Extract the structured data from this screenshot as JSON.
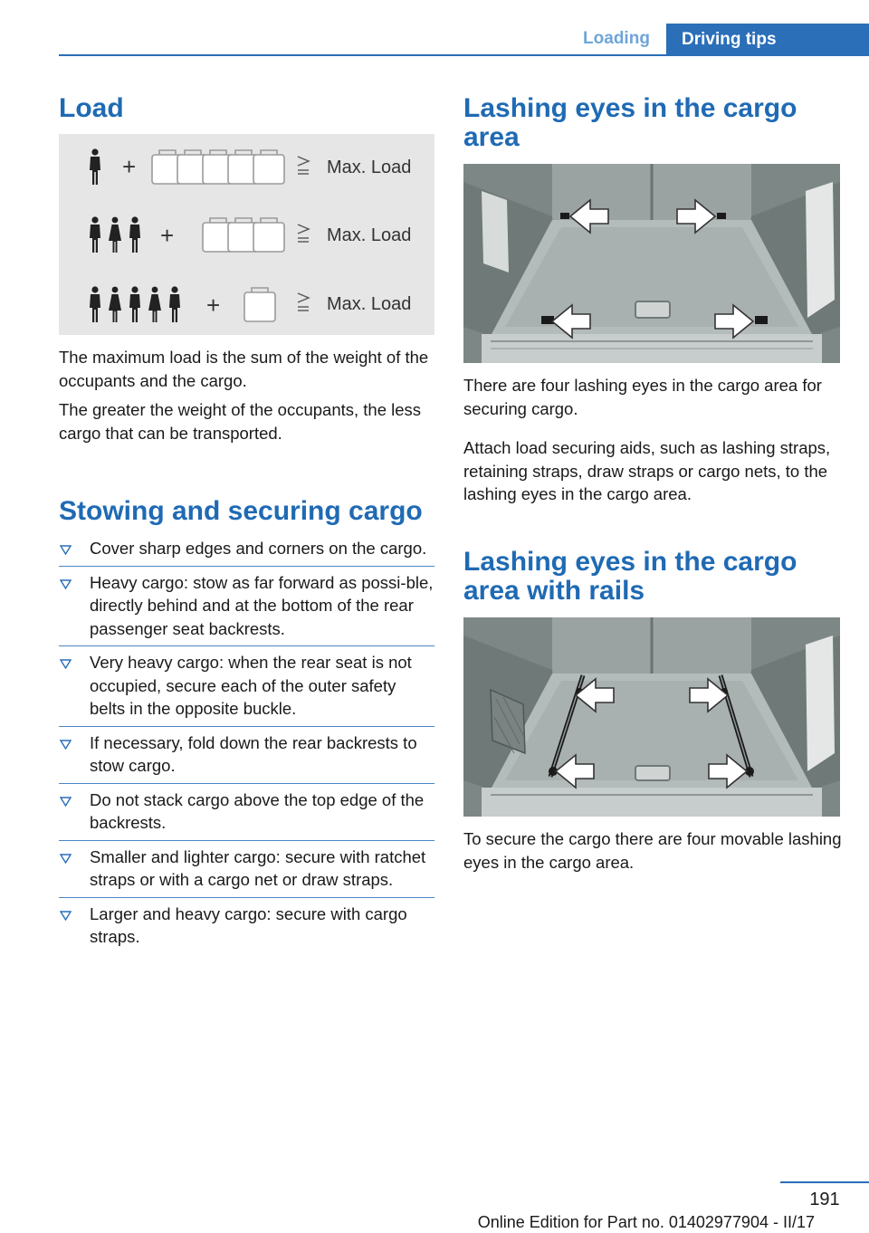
{
  "header": {
    "section": "Loading",
    "chapter": "Driving tips"
  },
  "load": {
    "heading": "Load",
    "figure": {
      "label": "Max. Load"
    },
    "paragraphs": [
      "The maximum load is the sum of the weight of the occupants and the cargo.",
      "The greater the weight of the occupants, the less cargo that can be transported."
    ]
  },
  "stowing": {
    "heading": "Stowing and securing cargo",
    "items": [
      "Cover sharp edges and corners on the cargo.",
      "Heavy cargo: stow as far forward as possi‐ble, directly behind and at the bottom of the rear passenger seat backrests.",
      "Very heavy cargo: when the rear seat is not occupied, secure each of the outer safety belts in the opposite buckle.",
      "If necessary, fold down the rear backrests to stow cargo.",
      "Do not stack cargo above the top edge of the backrests.",
      "Smaller and lighter cargo: secure with ratchet straps or with a cargo net or draw straps.",
      "Larger and heavy cargo: secure with cargo straps."
    ]
  },
  "lashing": {
    "heading": "Lashing eyes in the cargo area",
    "paragraphs": [
      "There are four lashing eyes in the cargo area for securing cargo.",
      "Attach load securing aids, such as lashing straps, retaining straps, draw straps or cargo nets, to the lashing eyes in the cargo area."
    ]
  },
  "rails": {
    "heading": "Lashing eyes in the cargo area with rails",
    "paragraph": "To secure the cargo there are four movable lashing eyes in the cargo area."
  },
  "footer": {
    "page_number": "191",
    "edition": "Online Edition for Part no. 01402977904 - II/17"
  }
}
